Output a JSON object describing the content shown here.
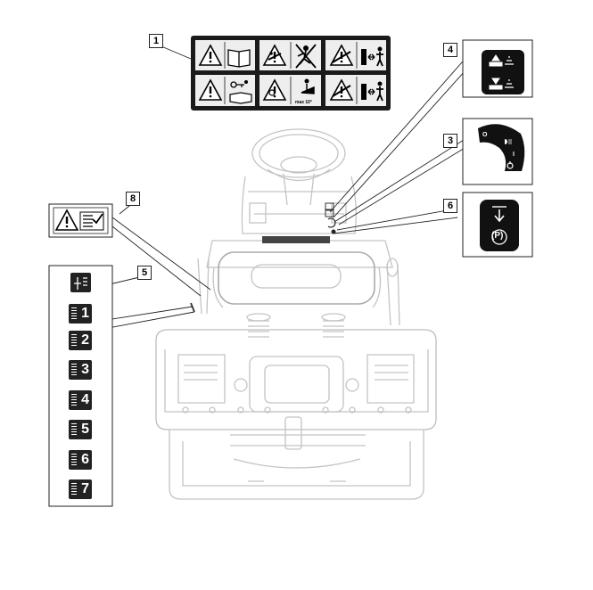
{
  "callouts": {
    "c1": "1",
    "c3": "3",
    "c4": "4",
    "c5": "5",
    "c6": "6",
    "c8": "8"
  },
  "gear_panel": {
    "positions": [
      "1",
      "2",
      "3",
      "4",
      "5",
      "6",
      "7"
    ]
  },
  "decal_1": {
    "slope_limit_text": "max 10°"
  },
  "decal_6": {
    "parking_text": "(P)"
  },
  "decal_3": {
    "mark_off": "O",
    "mark_on": "I"
  }
}
